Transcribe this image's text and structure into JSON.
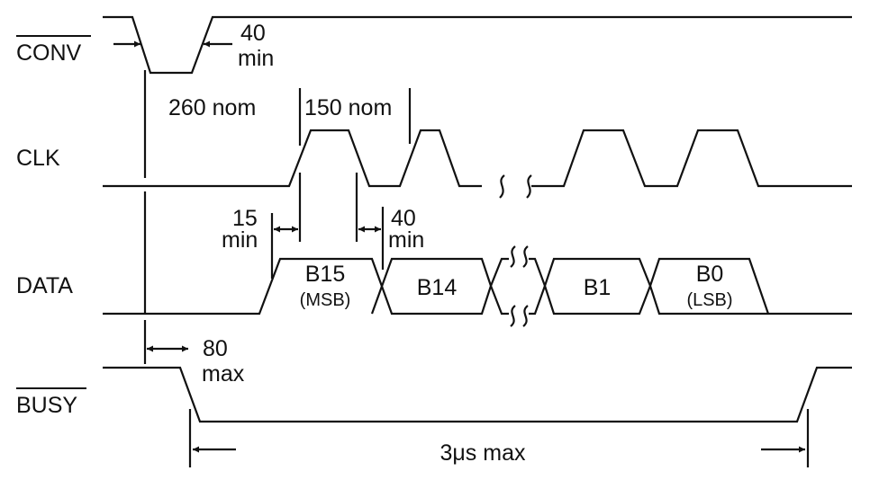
{
  "signals": {
    "conv": "CONV",
    "clk": "CLK",
    "data": "DATA",
    "busy": "BUSY"
  },
  "annotations": {
    "conv_pulse_val": "40",
    "conv_pulse_unit": "min",
    "conv_to_clk": "260 nom",
    "clk_period": "150 nom",
    "setup_val": "15",
    "setup_unit": "min",
    "hold_val": "40",
    "hold_unit": "min",
    "busy_delay_val": "80",
    "busy_delay_unit": "max",
    "conversion_time": "3μs max"
  },
  "data_bits": [
    {
      "name": "B15",
      "note": "(MSB)"
    },
    {
      "name": "B14",
      "note": ""
    },
    {
      "name": "B1",
      "note": ""
    },
    {
      "name": "B0",
      "note": "(LSB)"
    }
  ],
  "colors": {
    "ink": "#111111",
    "background": "#ffffff"
  }
}
